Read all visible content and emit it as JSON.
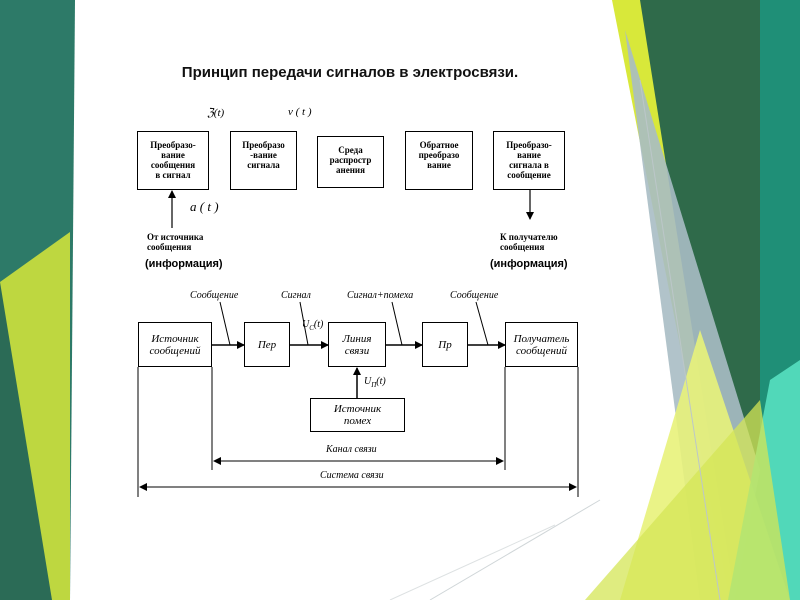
{
  "slide": {
    "title": "Принцип передачи сигналов в электросвязи.",
    "colors": {
      "teal_dark": "#2d7a68",
      "teal": "#1f8f77",
      "lime": "#d8e83a",
      "lime_light": "#e8f27a",
      "mint": "#56e0c0",
      "grey_blue": "#a9bcc4",
      "dark_green": "#2f6a4a"
    }
  },
  "top": {
    "boxes": [
      "Преобразо-\nвание\nсообщения\nв сигнал",
      "Преобразо\n-вание\nсигнала",
      "Среда\nраспростр\nанения",
      "Обратное\nпреобразо\nвание",
      "Преобразо-\nвание\nсигнала в\nсообщение"
    ],
    "signal_z": "ℨ(t)",
    "signal_v": "v ( t )",
    "signal_a": "a ( t )",
    "source_label": "От источника\nсообщения",
    "source_info": "(информация)",
    "receiver_label": "К получателю\nсообщения",
    "receiver_info": "(информация)"
  },
  "bottom": {
    "source": "Источник\nсообщений",
    "transmitter": "Пер",
    "line": "Линия\nсвязи",
    "receiver": "Пр",
    "recipient": "Получатель\nсообщений",
    "noise_source": "Источник\nпомех",
    "label_message_1": "Сообщение",
    "label_signal": "Сигнал",
    "label_signal_noise": "Сигнал+помеха",
    "label_message_2": "Сообщение",
    "uc_main": "U",
    "uc_sub": "C",
    "uc_arg": "(t)",
    "un_main": "U",
    "un_sub": "П",
    "un_arg": "(t)",
    "channel": "Канал связи",
    "system": "Система связи"
  }
}
